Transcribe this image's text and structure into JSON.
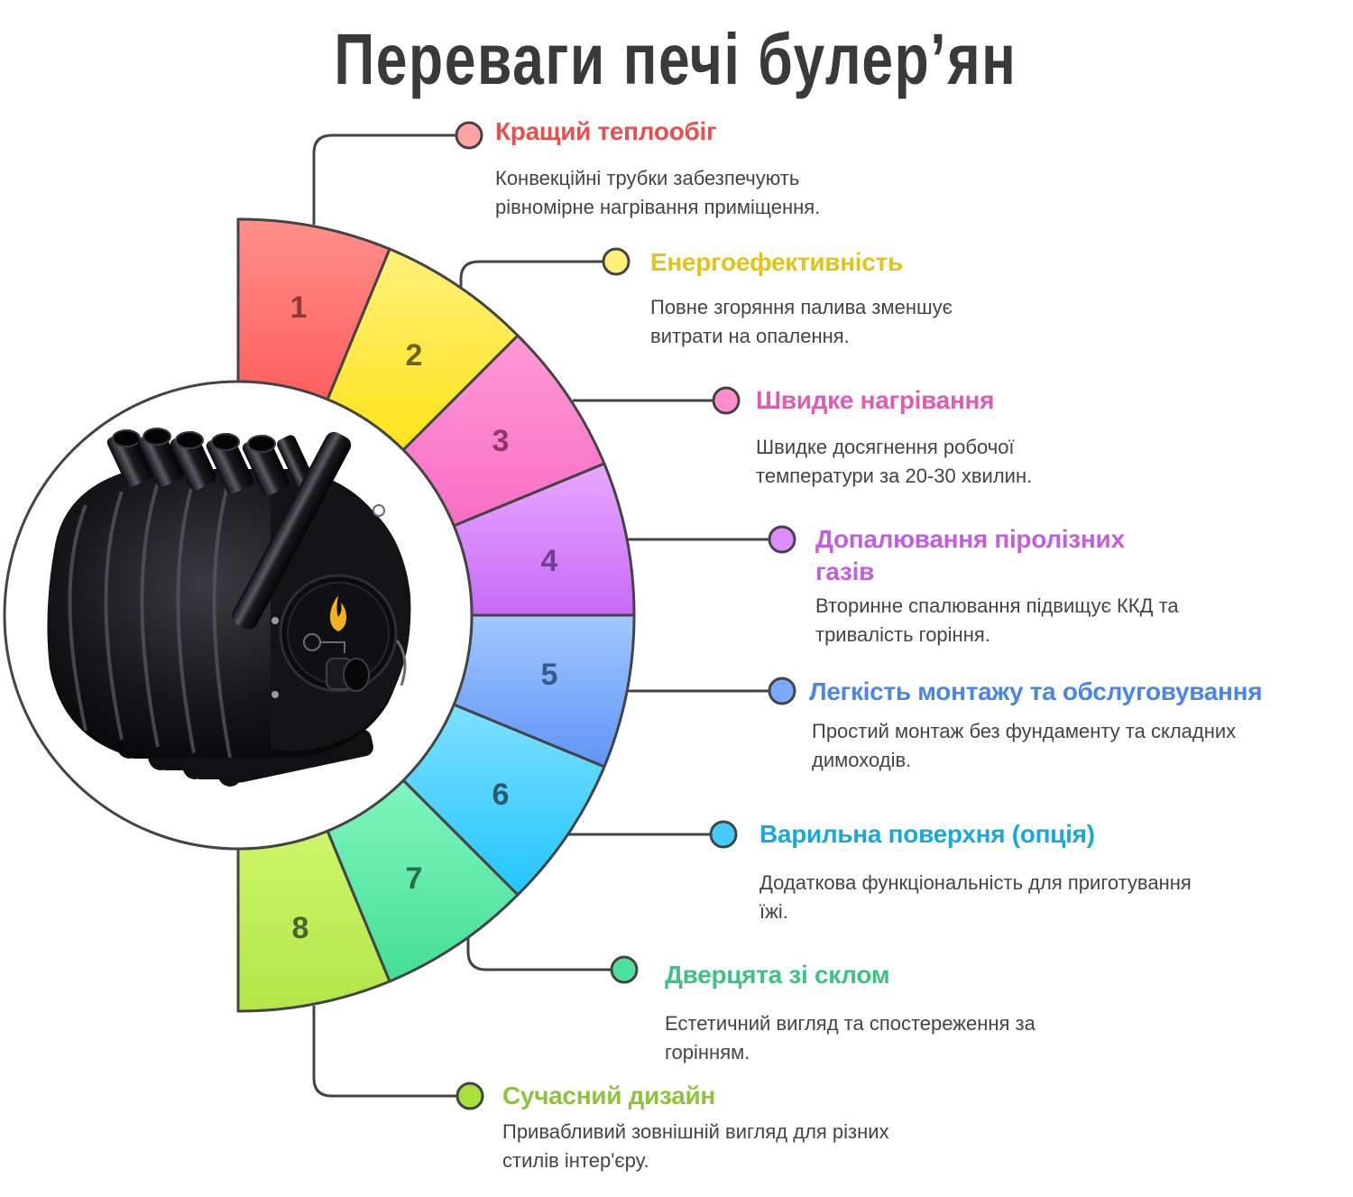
{
  "title": "Переваги печі булер’ян",
  "image": {
    "alt": "stove-photo",
    "description": "Black Buleryan convection stove with tubes and flame logo on door"
  },
  "features": [
    {
      "number": "1",
      "title": "Кращий теплообіг",
      "description_lines": [
        "Конвекційні трубки забезпечують",
        "рівномірне нагрівання приміщення."
      ],
      "title_color": "#e8504f",
      "segment_top": "#ff8f8a",
      "segment_bottom": "#ff5f5d",
      "label_color": "#8a3a38",
      "dot_color": "#ffa4a0"
    },
    {
      "number": "2",
      "title": "Енергоефективність",
      "description_lines": [
        "Повне згоряння палива зменшує",
        "витрати на опалення."
      ],
      "title_color": "#e2c414",
      "segment_top": "#fff07a",
      "segment_bottom": "#ffe41a",
      "label_color": "#6b6320",
      "dot_color": "#fff07a"
    },
    {
      "number": "3",
      "title": "Швидке нагрівання",
      "description_lines": [
        "Швидке досягнення робочої",
        "температури за 20-30 хвилин."
      ],
      "title_color": "#e05cb0",
      "segment_top": "#ff9ad6",
      "segment_bottom": "#f86dc4",
      "label_color": "#8a3a6a",
      "dot_color": "#ff8dd0"
    },
    {
      "number": "4",
      "title_lines": [
        "Допалювання піролізних",
        "газів"
      ],
      "title": "Допалювання піролізних газів",
      "description_lines": [
        "Вторинне спалювання підвищує ККД та",
        "тривалість горіння."
      ],
      "title_color": "#c25ee0",
      "segment_top": "#e8a8ff",
      "segment_bottom": "#c76af7",
      "label_color": "#70408a",
      "dot_color": "#dc8cff"
    },
    {
      "number": "5",
      "title": "Легкість монтажу та обслуговування",
      "description_lines": [
        "Простий монтаж без фундаменту та складних",
        "димоходів."
      ],
      "title_color": "#4a86e8",
      "segment_top": "#a2c8ff",
      "segment_bottom": "#5f95f7",
      "label_color": "#3a5a8a",
      "dot_color": "#7aaaff"
    },
    {
      "number": "6",
      "title": "Варильна поверхня (опція)",
      "description_lines": [
        "Додаткова функціональність для приготування",
        "їжі."
      ],
      "title_color": "#1aa8dc",
      "segment_top": "#7ee0ff",
      "segment_bottom": "#22c6fb",
      "label_color": "#2a5a70",
      "dot_color": "#44ccff"
    },
    {
      "number": "7",
      "title": "Дверцята зі склом",
      "description_lines": [
        "Естетичний вигляд та спостереження за",
        "горінням."
      ],
      "title_color": "#3cc384",
      "segment_top": "#80f5c0",
      "segment_bottom": "#44df94",
      "label_color": "#2e6a4e",
      "dot_color": "#4ee09a"
    },
    {
      "number": "8",
      "title": "Сучасний дизайн",
      "description_lines": [
        "Привабливий зовнішній вигляд для різних",
        "стилів інтер'єру."
      ],
      "title_color": "#8ec43a",
      "segment_top": "#cef56a",
      "segment_bottom": "#b2e648",
      "label_color": "#4e6430",
      "dot_color": "#a8e040"
    }
  ],
  "stroke_color": "#444444"
}
